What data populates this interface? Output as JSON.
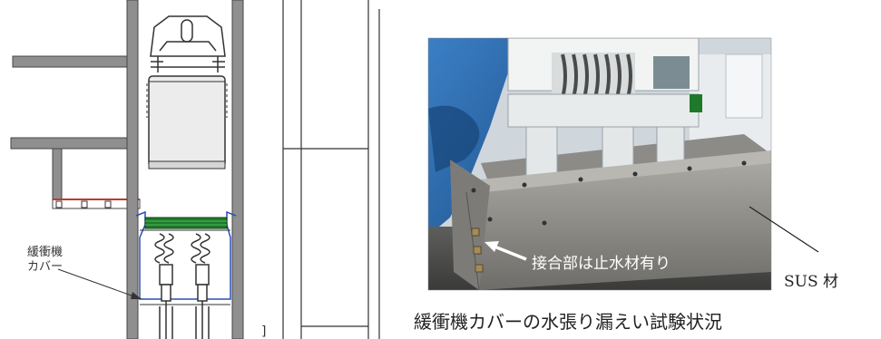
{
  "drawing": {
    "label_line1": "緩衝機",
    "label_line2": "カバー",
    "corner_mark": "]"
  },
  "photo": {
    "overlay_caption": "接合部は止水材有り",
    "material_label": "SUS 材"
  },
  "caption": "緩衝機カバーの水張り漏えい試験状況",
  "colors": {
    "tarp_blue": "#2f6fb0",
    "water_cyan": "#7fd4d6",
    "buffer_green": "#1e7a2a",
    "pit_red": "#c0392b",
    "steel": "#8b8a86"
  }
}
